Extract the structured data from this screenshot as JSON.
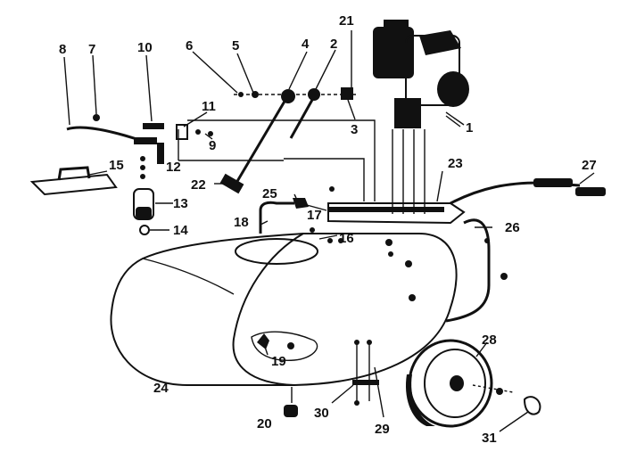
{
  "part_labels": [
    "1",
    "2",
    "3",
    "4",
    "5",
    "6",
    "7",
    "8",
    "9",
    "10",
    "11",
    "12",
    "13",
    "14",
    "15",
    "16",
    "17",
    "18",
    "19",
    "20",
    "21",
    "22",
    "23",
    "24",
    "25",
    "26",
    "27",
    "28",
    "29",
    "30",
    "31"
  ]
}
